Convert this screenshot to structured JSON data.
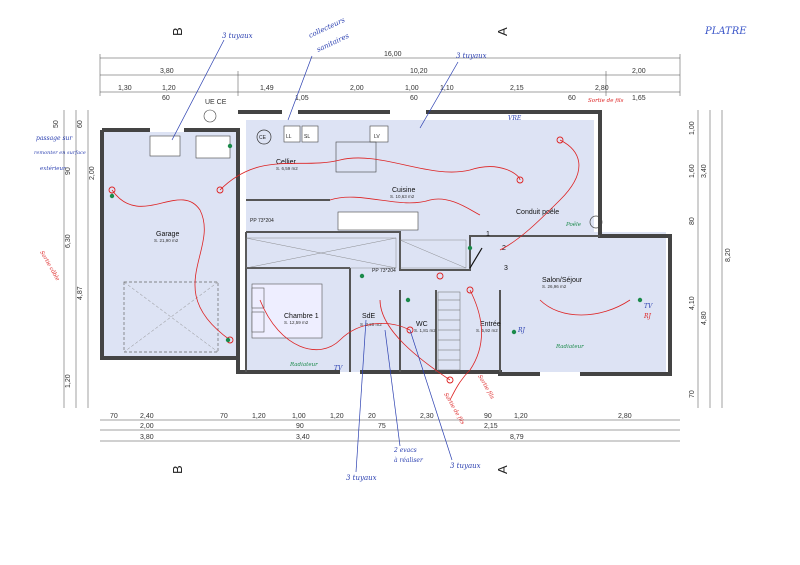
{
  "header": {
    "title": "PLATRE",
    "title_color": "#3a55c8"
  },
  "axis_labels": {
    "b": "B",
    "a": "A"
  },
  "dims_top": {
    "total": "16,00",
    "left": "3,80",
    "mid": "10,20",
    "right": "2,00",
    "row3": [
      "1,30",
      "1,20",
      "1,49",
      "2,00",
      "1,00",
      "1,10",
      "2,15"
    ],
    "row3b": [
      "60",
      "1,05",
      "60",
      "60",
      "1,65"
    ],
    "row3c": "2,80"
  },
  "dims_bottom": {
    "row1": [
      "70",
      "2,40",
      "70",
      "1,20",
      "1,00",
      "1,20",
      "20",
      "2,30",
      "90",
      "1,20",
      "2,80"
    ],
    "row2": [
      "2,00",
      "90",
      "75",
      "2,15"
    ],
    "row3": [
      "3,80",
      "3,40",
      "8,79"
    ]
  },
  "dims_left": [
    "50",
    "90",
    "6,30",
    "4,87",
    "1,20",
    "60",
    "2,00"
  ],
  "dims_right": [
    "1,00",
    "1,60",
    "3,40",
    "80",
    "8,20",
    "4,10",
    "4,80",
    "70"
  ],
  "rooms": {
    "garage": {
      "name": "Garage",
      "area": "S. 21,90 m2"
    },
    "cellier": {
      "name": "Cellier",
      "area": "S. 6,59 m2"
    },
    "cuisine": {
      "name": "Cuisine",
      "area": "S. 10,63 m2"
    },
    "chambre": {
      "name": "Chambre 1",
      "area": "S. 12,59 m2"
    },
    "sde": {
      "name": "SdE",
      "area": "S. 3,20 m2"
    },
    "wc": {
      "name": "WC",
      "area": "S. 1,81 m2"
    },
    "entree": {
      "name": "Entrée",
      "area": "S. 5,92 m2"
    },
    "salon": {
      "name": "Salon/Séjour",
      "area": "S. 26,96 m2"
    }
  },
  "labels": {
    "ue": "UE CE",
    "pp1": "PP 73*204",
    "pp2": "PP 73*204",
    "conduit": "Conduit poêle",
    "vre": "VRE",
    "ll": "LL",
    "sl": "SL",
    "lv": "LV",
    "ce": "CE",
    "n1": "1",
    "n2": "2",
    "n3": "3"
  },
  "annotations_blue": {
    "tuyaux_top_left": "3 tuyaux",
    "collecteurs": "collecteurs",
    "sanitaires": "sanitaires",
    "tuyaux_top_right": "3 tuyaux",
    "passage": "passage sur",
    "remonter": "remonter en surface",
    "exterieur": "extérieur",
    "tuyaux_bottom_left": "3 tuyaux",
    "evacs": "2 evacs",
    "a_realiser": "à réaliser",
    "tuyaux_bottom_right": "3 tuyaux"
  },
  "annotations_red": {
    "sortie_cable_left": "Sortie câble",
    "sortie_fils": "Sortie de fils",
    "sortie_de_fils_bottom": "Sortie de fils",
    "sortie_fils_right": "Sortie fils"
  },
  "annotations_green": {
    "radiateur_left": "Radiateur",
    "radiateur_right": "Radiateur",
    "tv": "TV",
    "tv2": "TV",
    "rj": "RJ",
    "rj2": "RJ",
    "poele": "Poêle"
  }
}
